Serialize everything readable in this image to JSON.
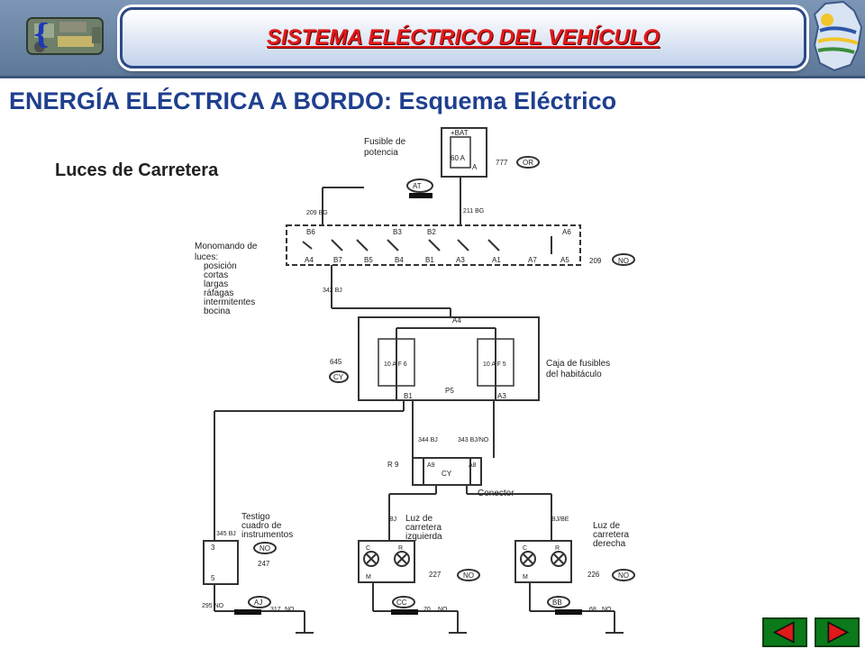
{
  "header": {
    "title": "SISTEMA ELÉCTRICO DEL VEHÍCULO",
    "title_color": "#e01919",
    "left_logo_icon": "engine-logo-icon",
    "right_logo_icon": "map-region-logo-icon"
  },
  "heading": "ENERGÍA ELÉCTRICA A BORDO: Esquema Eléctrico",
  "subheading": "Luces de Carretera",
  "diagram": {
    "fusible_label": [
      "Fusible de",
      "potencia"
    ],
    "fusible_code": "777",
    "fusible_tag": "OR",
    "battery_label": "+BAT",
    "fuse_rating": "60 A",
    "terminal_a": "A",
    "at_tag": "AT",
    "wire_211": "211 BG",
    "wire_209": "209 BG",
    "monomando_label": [
      "Monomando de",
      "luces:",
      "posición",
      "cortas",
      "largas",
      "ráfagas",
      "intermitentes",
      "bocina"
    ],
    "monomando_top_pins": [
      "B6",
      "B3",
      "B2",
      "A6"
    ],
    "monomando_bottom_pins": [
      "A4",
      "B7",
      "B5",
      "B4",
      "B1",
      "A3",
      "A1",
      "A7",
      "A5"
    ],
    "monomando_code": "209",
    "monomando_tag": "NO",
    "wire_342": "342 BJ",
    "pin_a4": "A4",
    "caja_label": [
      "Caja de fusibles",
      "del habitáculo"
    ],
    "caja_code": "645",
    "caja_tag": "CY",
    "fuse_f6": "10 A  F 6",
    "fuse_f5": "10 A  F 5",
    "p5": "P5",
    "pin_b1": "B1",
    "pin_a3": "A3",
    "wire_344": "344 BJ",
    "wire_343": "343 BJ/NO",
    "conector_label": "Conector",
    "r9": "R 9",
    "cy_tag": "CY",
    "pin_a9": "A9",
    "pin_a8": "A8",
    "wire_345": "345 BJ",
    "testigo_label": [
      "Testigo",
      "cuadro de",
      "instrumentos"
    ],
    "testigo_code": "247",
    "testigo_tag": "NO",
    "pin_3": "3",
    "pin_5": "5",
    "aj_tag": "AJ",
    "wire_295": "295 NO",
    "wire_317": "317",
    "no_tag": "NO",
    "bj_label": "BJ",
    "bjbe_label": "BJ/BE",
    "luz_izq_label": [
      "Luz de",
      "carretera",
      "izquierda"
    ],
    "luz_izq_code": "227",
    "luz_der_label": [
      "Luz de",
      "carretera",
      "derecha"
    ],
    "luz_der_code": "226",
    "pin_c": "C",
    "pin_r": "R",
    "pin_m": "M",
    "cc_tag": "CC",
    "bb_tag": "BB",
    "wire_70": "70",
    "wire_68": "68",
    "wire_no": "NO"
  },
  "nav": {
    "prev_icon": "triangle-left-icon",
    "next_icon": "triangle-right-icon",
    "button_color": "#0a7a1a",
    "arrow_color": "#e01919"
  }
}
